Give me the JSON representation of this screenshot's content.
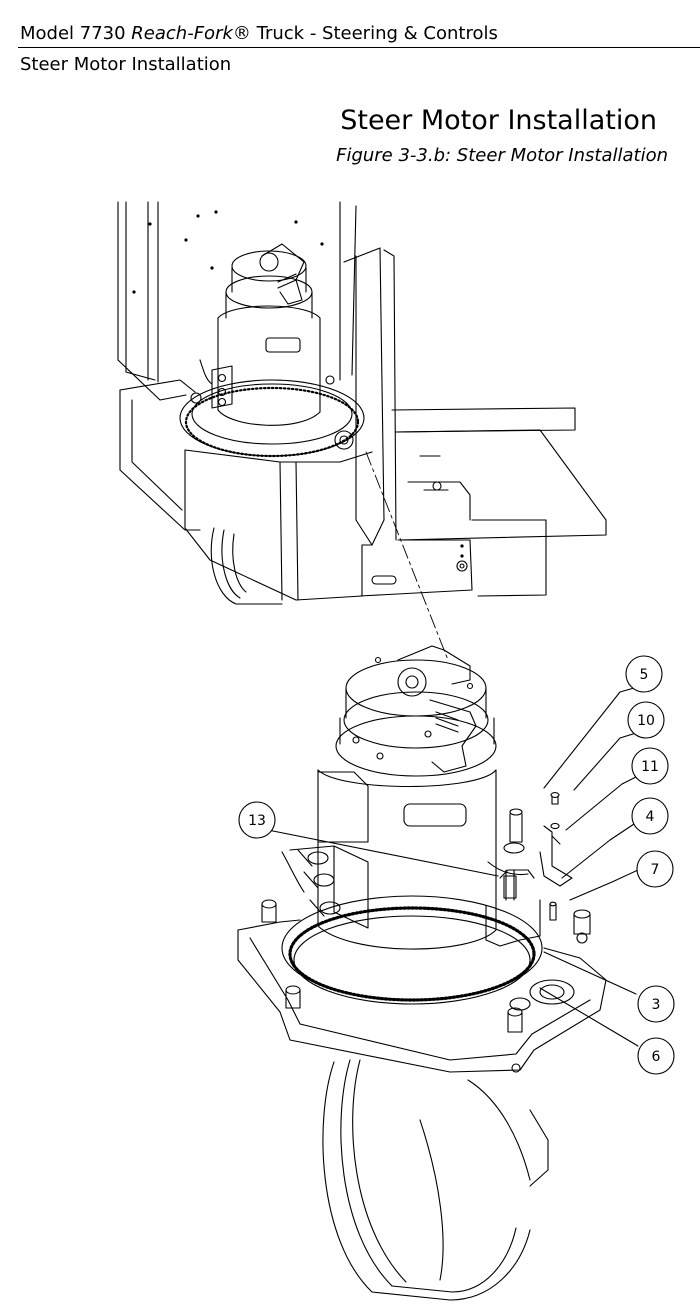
{
  "header": {
    "model_prefix": "Model 7730 ",
    "model_name": "Reach-Fork",
    "model_suffix": "® Truck - Steering & Controls",
    "section": "Steer Motor Installation"
  },
  "page_title": "Steer Motor Installation",
  "figure_caption": "Figure 3-3.b: Steer Motor Installation",
  "callouts": [
    "5",
    "10",
    "11",
    "4",
    "7",
    "13",
    "3",
    "6"
  ],
  "colors": {
    "ink": "#000000",
    "paper": "#ffffff"
  }
}
